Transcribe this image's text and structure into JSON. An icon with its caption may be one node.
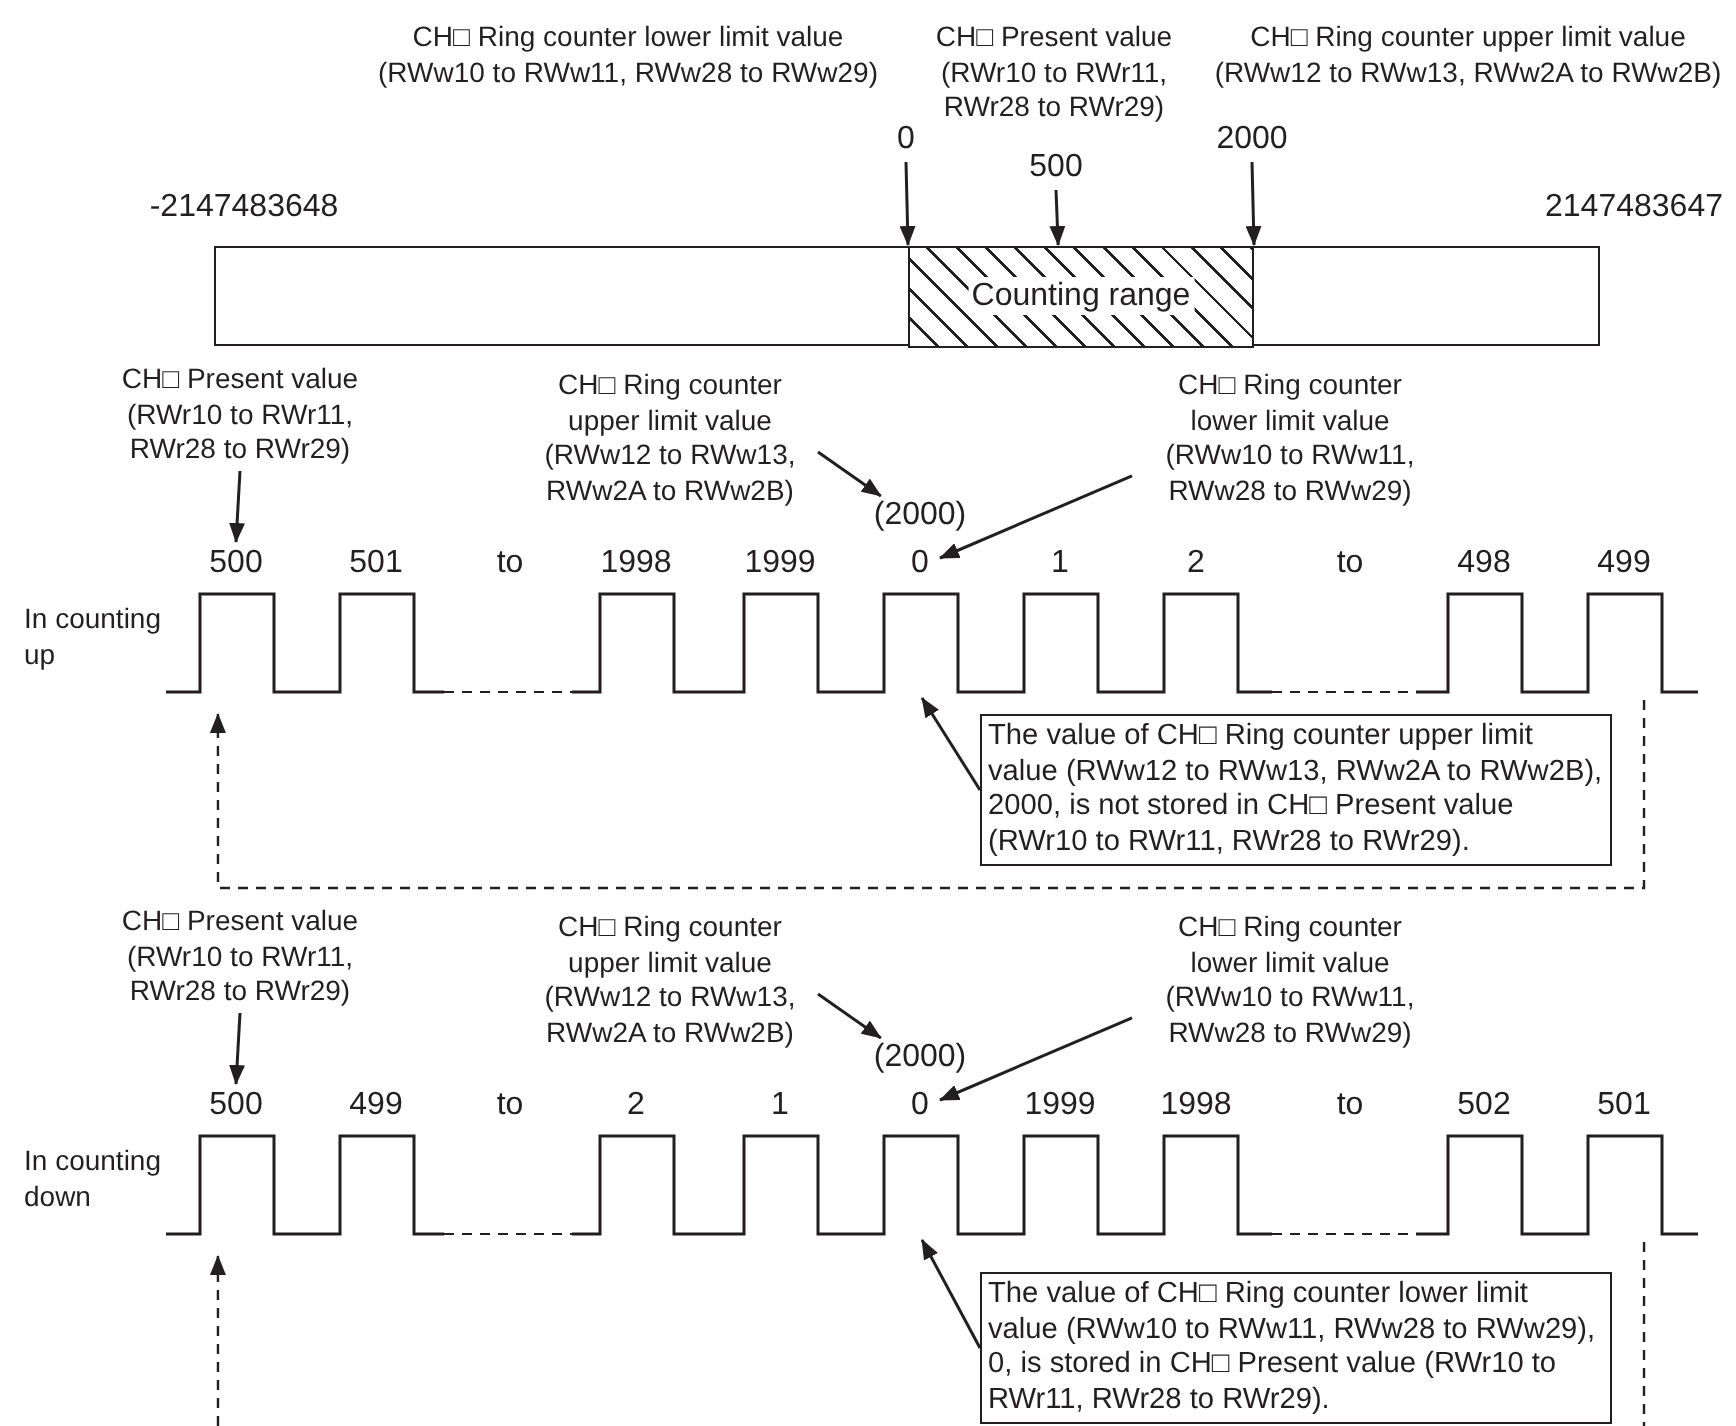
{
  "diagram": {
    "nodes": [
      {
        "text": [],
        "shape": "bar"
      },
      {
        "text": [
          "Counting range"
        ],
        "in": 0
      },
      {
        "text": [
          "CH□ Ring counter lower limit value (RWw10 to RWw11, RWw28 to RWw29)",
          "0"
        ]
      },
      {
        "text": [
          "CH□ Present value (RWr10 to RWr11, RWr28 to RWr29)",
          "500"
        ]
      },
      {
        "text": [
          "CH□ Ring counter upper limit value (RWw12 to RWw13, RWw2A to RWw2B)",
          "2000"
        ]
      },
      {
        "text": [
          "CH□ Present value (RWr10 to RWr11, RWr28 to RWr29)"
        ]
      },
      {
        "text": [
          "CH□ Ring counter upper limit value (RWw12 to RWw13, RWw2A to RWw2B)"
        ]
      },
      {
        "text": [
          "CH□ Ring counter lower limit value (RWw10 to RWw11, RWw28 to RWw29)"
        ]
      },
      {
        "text": [
          "(2000)"
        ]
      },
      {
        "text": [
          "500"
        ]
      },
      {
        "text": [
          "0"
        ]
      },
      {
        "text": [
          "The value of CH□ Ring counter upper limit value (RWw12 to RWw13, RWw2A to RWw2B), 2000, is not stored in CH□ Present value (RWr10 to RWr11, RWr28 to RWr29)."
        ]
      },
      {
        "text": [
          "CH□ Present value (RWr10 to RWr11, RWr28 to RWr29)"
        ]
      },
      {
        "text": [
          "CH□ Ring counter upper limit value (RWw12 to RWw13, RWw2A to RWw2B)"
        ]
      },
      {
        "text": [
          "CH□ Ring counter lower limit value (RWw10 to RWw11, RWw28 to RWw29)"
        ]
      },
      {
        "text": [
          "(2000)"
        ]
      },
      {
        "text": [
          "500"
        ]
      },
      {
        "text": [
          "0"
        ]
      },
      {
        "text": [
          "The value of CH□ Ring counter lower limit value (RWw10 to RWw11, RWw28 to RWw29), 0, is stored in CH□ Present value (RWr10 to RWr11, RWr28 to RWr29)."
        ]
      },
      {
        "text": [],
        "shape": "waveform"
      },
      {
        "text": [],
        "shape": "waveform"
      }
    ],
    "edges": [
      {
        "from": 2,
        "to": 1,
        "arrow": "to"
      },
      {
        "from": 3,
        "to": 1,
        "arrow": "to"
      },
      {
        "from": 4,
        "to": 1,
        "arrow": "to"
      },
      {
        "from": 5,
        "to": 9,
        "arrow": "to"
      },
      {
        "from": 6,
        "to": 8,
        "arrow": "to"
      },
      {
        "from": 7,
        "to": 10,
        "arrow": "to"
      },
      {
        "from": 11,
        "to": 19,
        "arrow": "to"
      },
      {
        "from": 12,
        "to": 16,
        "arrow": "to"
      },
      {
        "from": 13,
        "to": 15,
        "arrow": "to"
      },
      {
        "from": 14,
        "to": 17,
        "arrow": "to"
      },
      {
        "from": 18,
        "to": 20,
        "arrow": "to"
      },
      {
        "from": 19,
        "to": 19,
        "arrow": "to",
        "style": "dashed"
      },
      {
        "from": null,
        "to": 20,
        "arrow": "to",
        "style": "dashed"
      },
      {
        "from": 20,
        "to": null,
        "arrow": "none",
        "style": "dashed"
      }
    ],
    "labels": [
      "-2147483648",
      "2147483647",
      "501",
      "to",
      "1998",
      "1999",
      "1",
      "2",
      "to",
      "498",
      "499",
      "In counting up",
      "499",
      "to",
      "2",
      "1",
      "1999",
      "1998",
      "to",
      "502",
      "501",
      "In counting down"
    ]
  }
}
